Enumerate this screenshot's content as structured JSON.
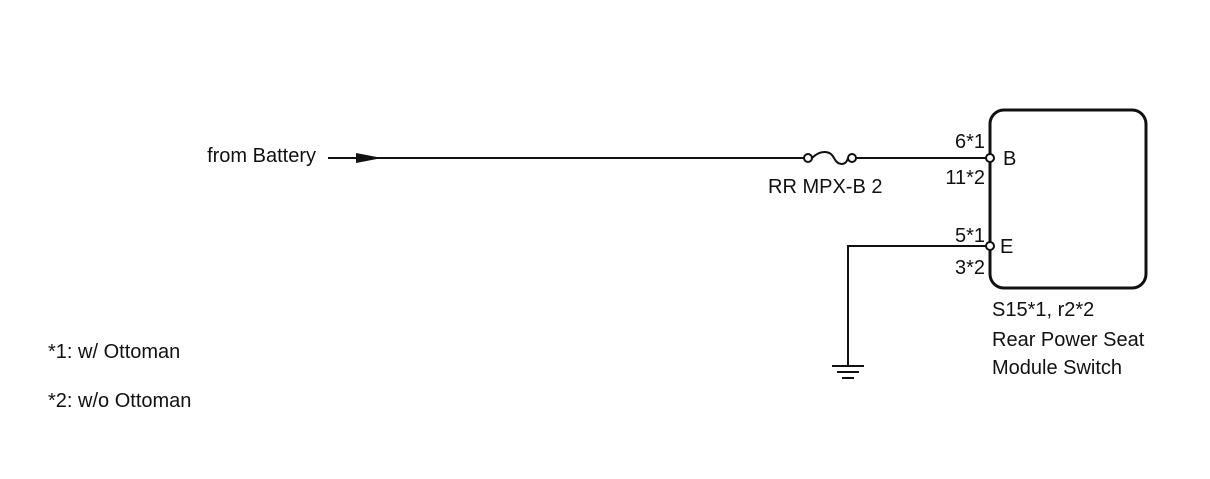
{
  "source": {
    "label": "from Battery"
  },
  "fuse": {
    "label": "RR MPX-B 2"
  },
  "component": {
    "id": "S15*1, r2*2",
    "name_line1": "Rear Power Seat",
    "name_line2": "Module Switch",
    "pins": [
      {
        "name": "B",
        "pin_top": "6*1",
        "pin_bottom": "11*2"
      },
      {
        "name": "E",
        "pin_top": "5*1",
        "pin_bottom": "3*2"
      }
    ]
  },
  "notes": [
    "*1: w/ Ottoman",
    "*2: w/o Ottoman"
  ],
  "colors": {
    "wire": "#111111",
    "background": "#ffffff"
  }
}
